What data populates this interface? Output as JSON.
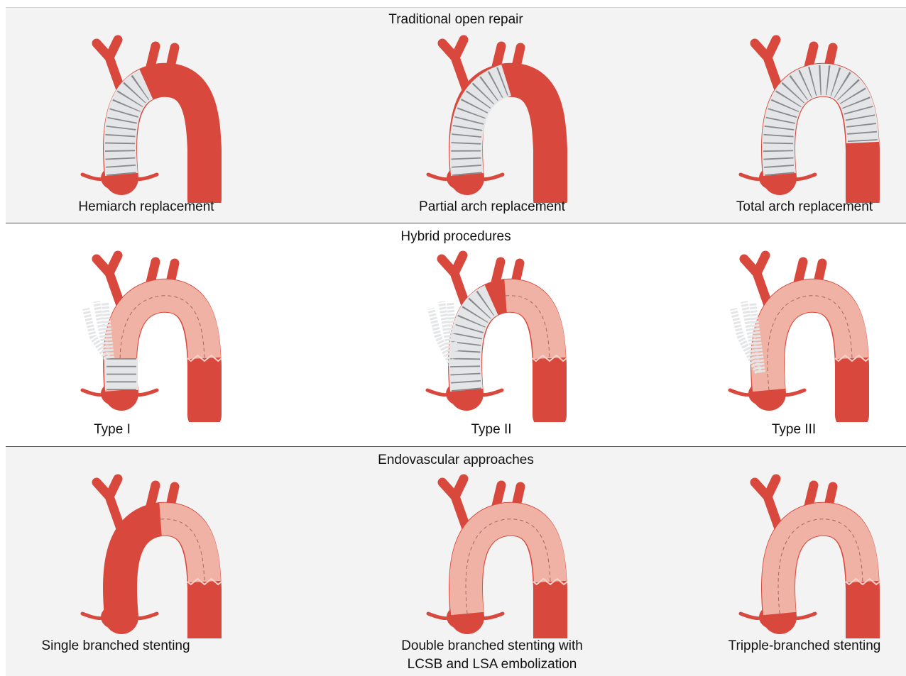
{
  "colors": {
    "aorta": "#d9483c",
    "aorta_dark": "#b8342b",
    "graft": "#e4e5e7",
    "graft_line": "#707378",
    "stent": "#f0b2a4",
    "stent_line": "#6d3a33",
    "shaded_band": "#f3f3f3",
    "divider": "#5a5a5a"
  },
  "sections": [
    {
      "title": "Traditional open repair",
      "panels": [
        {
          "label": "Hemiarch replacement",
          "variant": "hemiarch"
        },
        {
          "label": "Partial arch replacement",
          "variant": "partial"
        },
        {
          "label": "Total arch replacement",
          "variant": "total"
        }
      ]
    },
    {
      "title": "Hybrid procedures",
      "panels": [
        {
          "label": "Type I",
          "variant": "hybrid1"
        },
        {
          "label": "Type II",
          "variant": "hybrid2"
        },
        {
          "label": "Type III",
          "variant": "hybrid3"
        }
      ]
    },
    {
      "title": "Endovascular approaches",
      "panels": [
        {
          "label": "Single branched stenting",
          "variant": "endo1"
        },
        {
          "label": "Double branched stenting with",
          "label_line2": "LCSB and LSA embolization",
          "variant": "endo2"
        },
        {
          "label": "Tripple-branched stenting",
          "variant": "endo3"
        }
      ]
    }
  ]
}
